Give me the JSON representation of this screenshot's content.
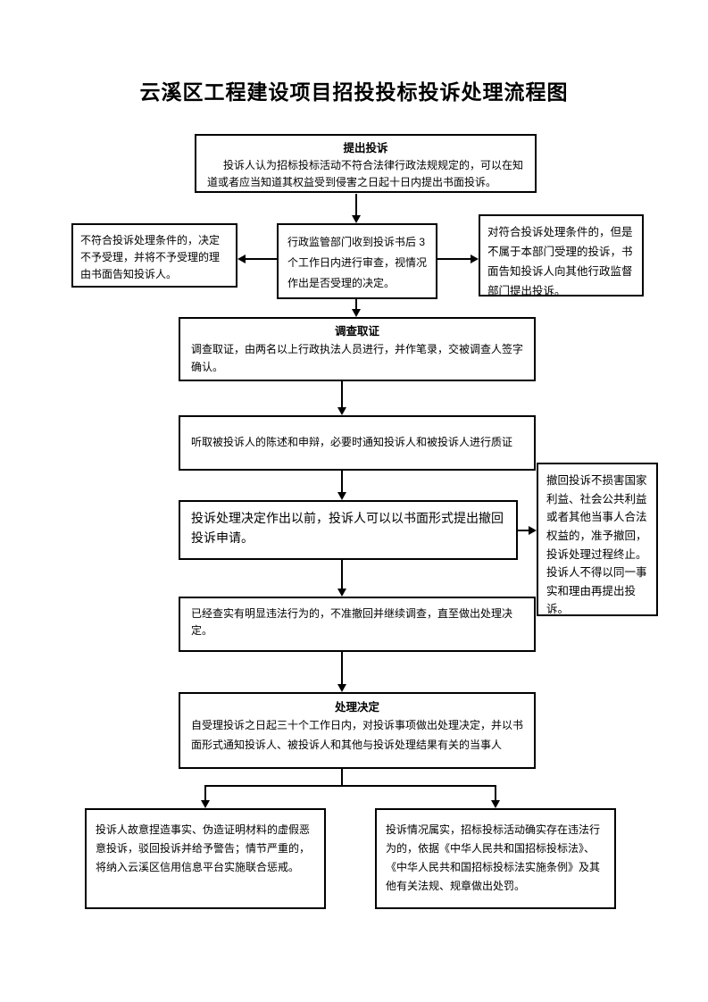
{
  "title": "云溪区工程建设项目招投投标投诉处理流程图",
  "nodes": {
    "submit": {
      "heading": "提出投诉",
      "body": "投诉人认为招标投标活动不符合法律行政法规规定的，可以在知道或者应当知道其权益受到侵害之日起十日内提出书面投诉。"
    },
    "review": {
      "body": "行政监管部门收到投诉书后 3 个工作日内进行审查，视情况作出是否受理的决定。"
    },
    "reject": {
      "body": "不符合投诉处理条件的，决定不予受理，并将不予受理的理由书面告知投诉人。"
    },
    "transfer": {
      "body": "对符合投诉处理条件的，但是不属于本部门受理的投诉，书面告知投诉人向其他行政监督部门提出投诉。"
    },
    "investigate": {
      "heading": "调查取证",
      "body": "调查取证，由两名以上行政执法人员进行，并作笔录，交被调查人签字确认。"
    },
    "hearing": {
      "body": "听取被投诉人的陈述和申辩，必要时通知投诉人和被投诉人进行质证"
    },
    "withdraw": {
      "body": "投诉处理决定作出以前，投诉人可以以书面形式提出撤回投诉申请。"
    },
    "withdraw_condition": {
      "body": "撤回投诉不损害国家利益、社会公共利益或者其他当事人合法权益的，准予撤回，投诉处理过程终止。投诉人不得以同一事实和理由再提出投诉。"
    },
    "no_withdraw": {
      "body": "已经查实有明显违法行为的，不准撤回并继续调查，直至做出处理决定。"
    },
    "decision": {
      "heading": "处理决定",
      "body": "自受理投诉之日起三十个工作日内，对投诉事项做出处理决定，并以书面形式通知投诉人、被投诉人和其他与投诉处理结果有关的当事人"
    },
    "false_complaint": {
      "body": "投诉人故意捏造事实、伪造证明材料的虚假恶意投诉，驳回投诉并给予警告；情节严重的，将纳入云溪区信用信息平台实施联合惩戒。"
    },
    "punish": {
      "body": "投诉情况属实，招标投标活动确实存在违法行为的，依据《中华人民共和国招标投标法》、《中华人民共和国招标投标法实施条例》及其他有关法规、规章做出处罚。"
    }
  }
}
